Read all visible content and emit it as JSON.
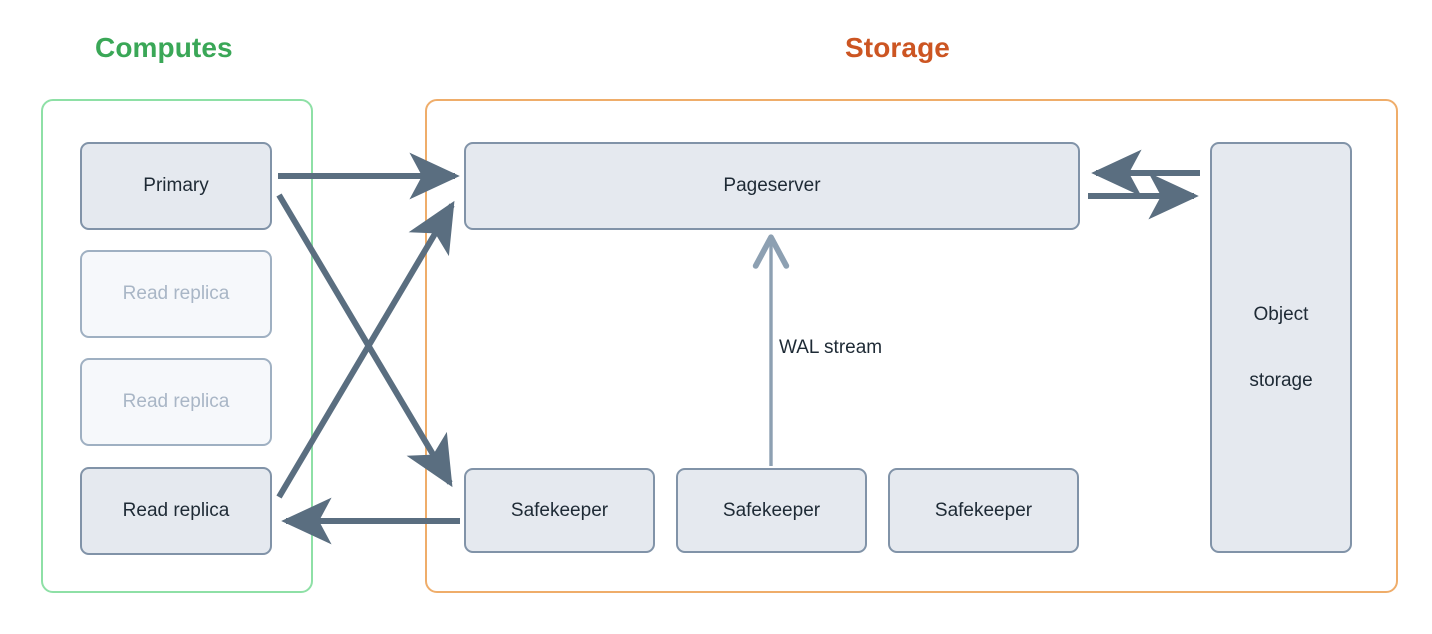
{
  "diagram": {
    "title_computes": "Computes",
    "title_storage": "Storage",
    "accent_green": "#3aa757",
    "accent_green_border": "#8ee0a6",
    "accent_orange": "#cc5522",
    "accent_orange_border": "#efad6a",
    "node_fill": "#e5e9ef",
    "node_fill_inactive": "#f6f8fb",
    "node_border": "#8193a8",
    "node_text": "#1e2a35",
    "node_text_inactive": "#a9b6c6",
    "arrow_color": "#5a6e80",
    "arrow_color_thin": "#8da0b2"
  },
  "computes": {
    "group_label": "Computes",
    "nodes": [
      {
        "id": "primary",
        "label": "Primary",
        "state": "active"
      },
      {
        "id": "replica-1",
        "label": "Read replica",
        "state": "inactive"
      },
      {
        "id": "replica-2",
        "label": "Read replica",
        "state": "inactive"
      },
      {
        "id": "replica-3",
        "label": "Read replica",
        "state": "active"
      }
    ]
  },
  "storage": {
    "group_label": "Storage",
    "pageserver": {
      "label": "Pageserver"
    },
    "safekeepers": [
      {
        "label": "Safekeeper"
      },
      {
        "label": "Safekeeper"
      },
      {
        "label": "Safekeeper"
      }
    ],
    "object_storage": {
      "line1": "Object",
      "line2": "storage"
    }
  },
  "edges": [
    {
      "id": "primary-to-pageserver",
      "from": "Primary",
      "to": "Pageserver",
      "label": ""
    },
    {
      "id": "primary-to-safekeeper",
      "from": "Primary",
      "to": "Safekeeper",
      "label": ""
    },
    {
      "id": "replica-to-pageserver",
      "from": "Read replica",
      "to": "Pageserver",
      "label": ""
    },
    {
      "id": "safekeeper-to-replica",
      "from": "Safekeeper",
      "to": "Read replica",
      "label": ""
    },
    {
      "id": "safekeeper-to-pageserver",
      "from": "Safekeeper",
      "to": "Pageserver",
      "label": "WAL stream"
    },
    {
      "id": "objectstorage-to-pageserver",
      "from": "Object storage",
      "to": "Pageserver",
      "label": ""
    },
    {
      "id": "pageserver-to-objectstorage",
      "from": "Pageserver",
      "to": "Object storage",
      "label": ""
    }
  ],
  "labels": {
    "wal_stream": "WAL stream"
  }
}
